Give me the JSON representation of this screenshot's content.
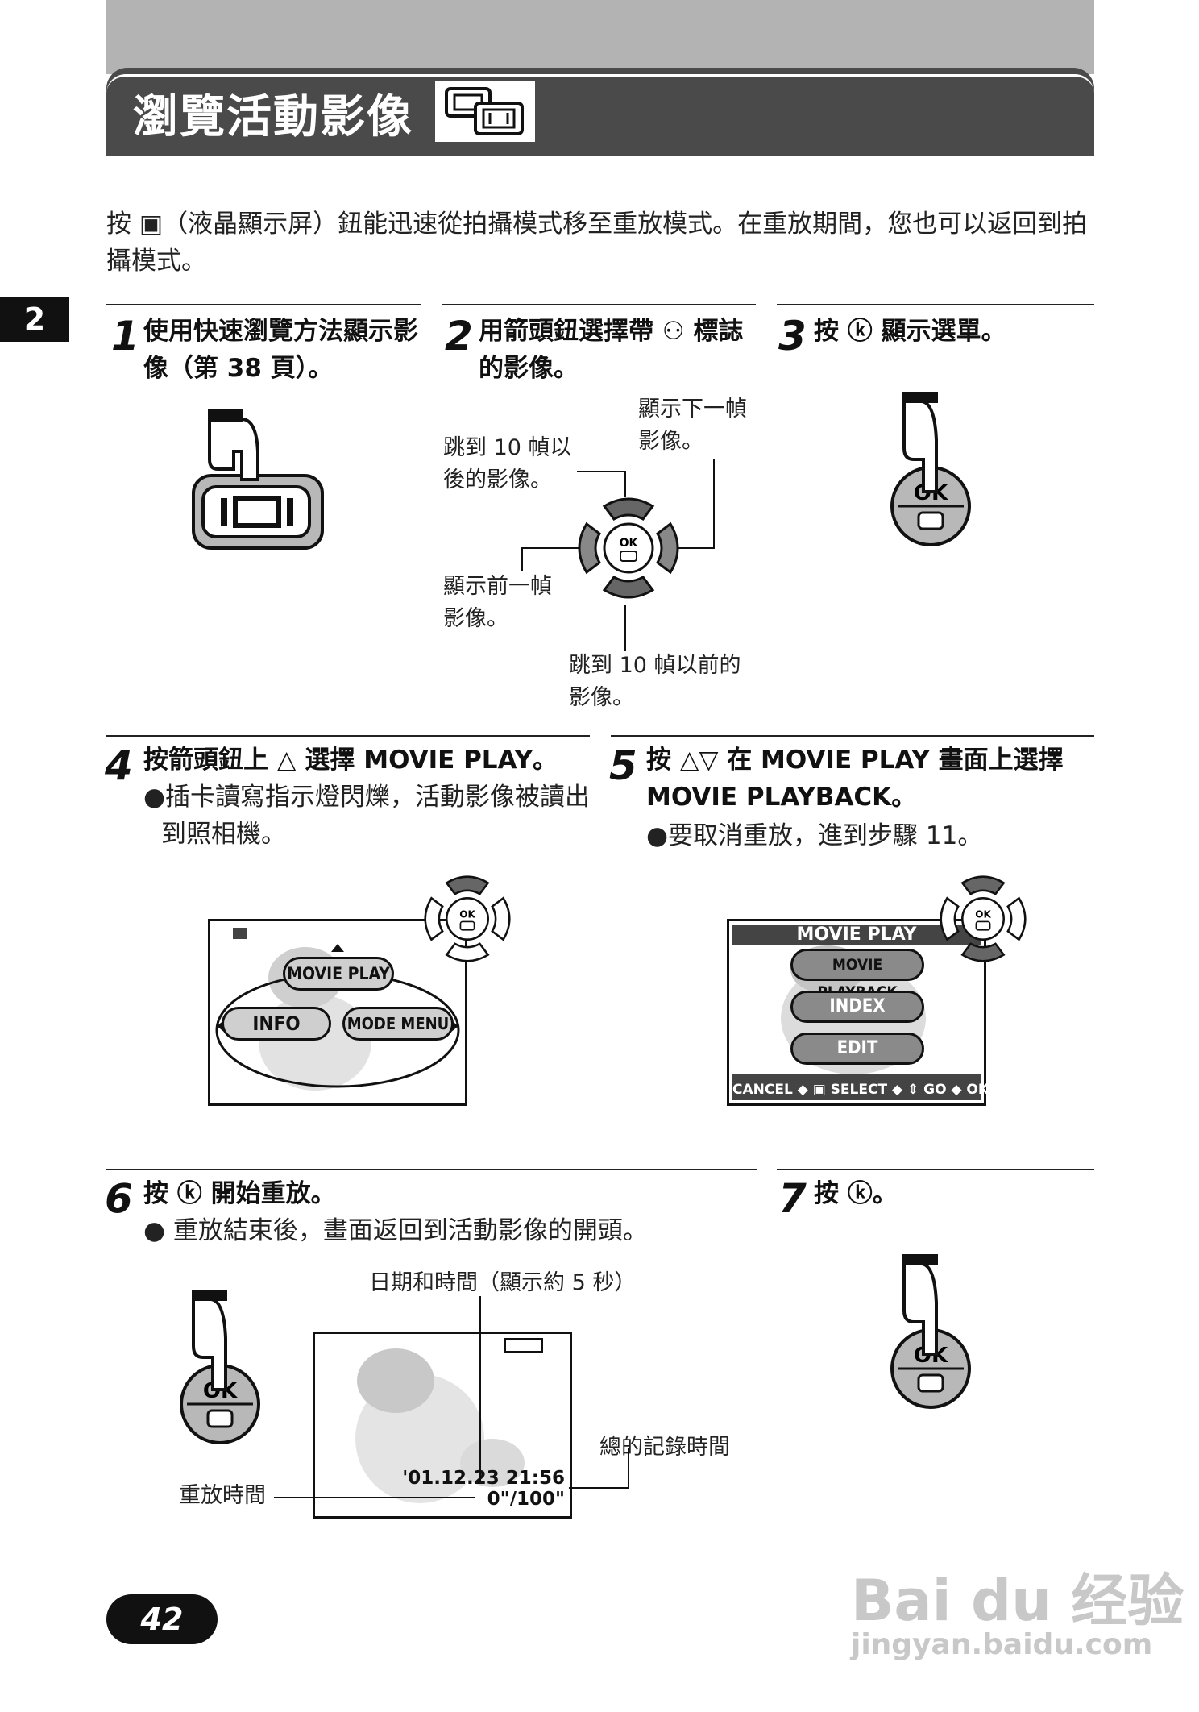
{
  "chapter_tab": "2",
  "header": {
    "title": "瀏覽活動影像",
    "icon": "monitor-button-icon"
  },
  "intro": "按 ▣（液晶顯示屏）鈕能迅速從拍攝模式移至重放模式。在重放期間，您也可以返回到拍攝模式。",
  "steps": [
    {
      "num": "1",
      "lines": [
        "使用快速瀏覽方法顯示影",
        "像（第 38 頁）。"
      ],
      "bullets": []
    },
    {
      "num": "2",
      "lines": [
        "用箭頭鈕選擇帶 ⚇ 標誌",
        "的影像。"
      ],
      "bullets": []
    },
    {
      "num": "3",
      "lines": [
        "按 ⓚ 顯示選單。"
      ],
      "bullets": []
    },
    {
      "num": "4",
      "lines": [
        "按箭頭鈕上 △ 選擇 MOVIE PLAY。"
      ],
      "bullets": [
        "●插卡讀寫指示燈閃爍，活動影像被讀出",
        "到照相機。"
      ]
    },
    {
      "num": "5",
      "lines": [
        "按 △▽ 在 MOVIE PLAY 畫面上選擇",
        "MOVIE PLAYBACK。"
      ],
      "bullets": [
        "●要取消重放，進到步驟 11。"
      ]
    },
    {
      "num": "6",
      "lines": [
        "按 ⓚ 開始重放。"
      ],
      "bullets": [
        "● 重放結束後，畫面返回到活動影像的開頭。"
      ]
    },
    {
      "num": "7",
      "lines": [
        "按 ⓚ。"
      ],
      "bullets": []
    }
  ],
  "step2_callouts": {
    "next_frame": [
      "顯示下一幀",
      "影像。"
    ],
    "jump_forward": [
      "跳到 10 幀以",
      "後的影像。"
    ],
    "prev_frame": [
      "顯示前一幀",
      "影像。"
    ],
    "jump_back": [
      "跳到 10 幀以前的",
      "影像。"
    ]
  },
  "ok_button": {
    "top": "OK"
  },
  "monitor_button": {
    "label": "IOI"
  },
  "step4_screen": {
    "movie_play": "MOVIE PLAY",
    "info": "INFO",
    "mode_menu": "MODE MENU"
  },
  "step5_screen": {
    "header": "MOVIE PLAY",
    "items": [
      "MOVIE PLAYBACK",
      "INDEX",
      "EDIT"
    ],
    "footer": "CANCEL ◆ ▣  SELECT ◆ ⇕  GO ◆ OK"
  },
  "step6_screen": {
    "datetime": "'01.12.23  21:56",
    "counter": "0\"/100\"",
    "callout_datetime": "日期和時間（顯示約 5 秒）",
    "callout_total": "總的記錄時間",
    "callout_playback": "重放時間"
  },
  "page_number": "42",
  "watermark": {
    "brand": "Bai du 经验",
    "url": "jingyan.baidu.com"
  }
}
